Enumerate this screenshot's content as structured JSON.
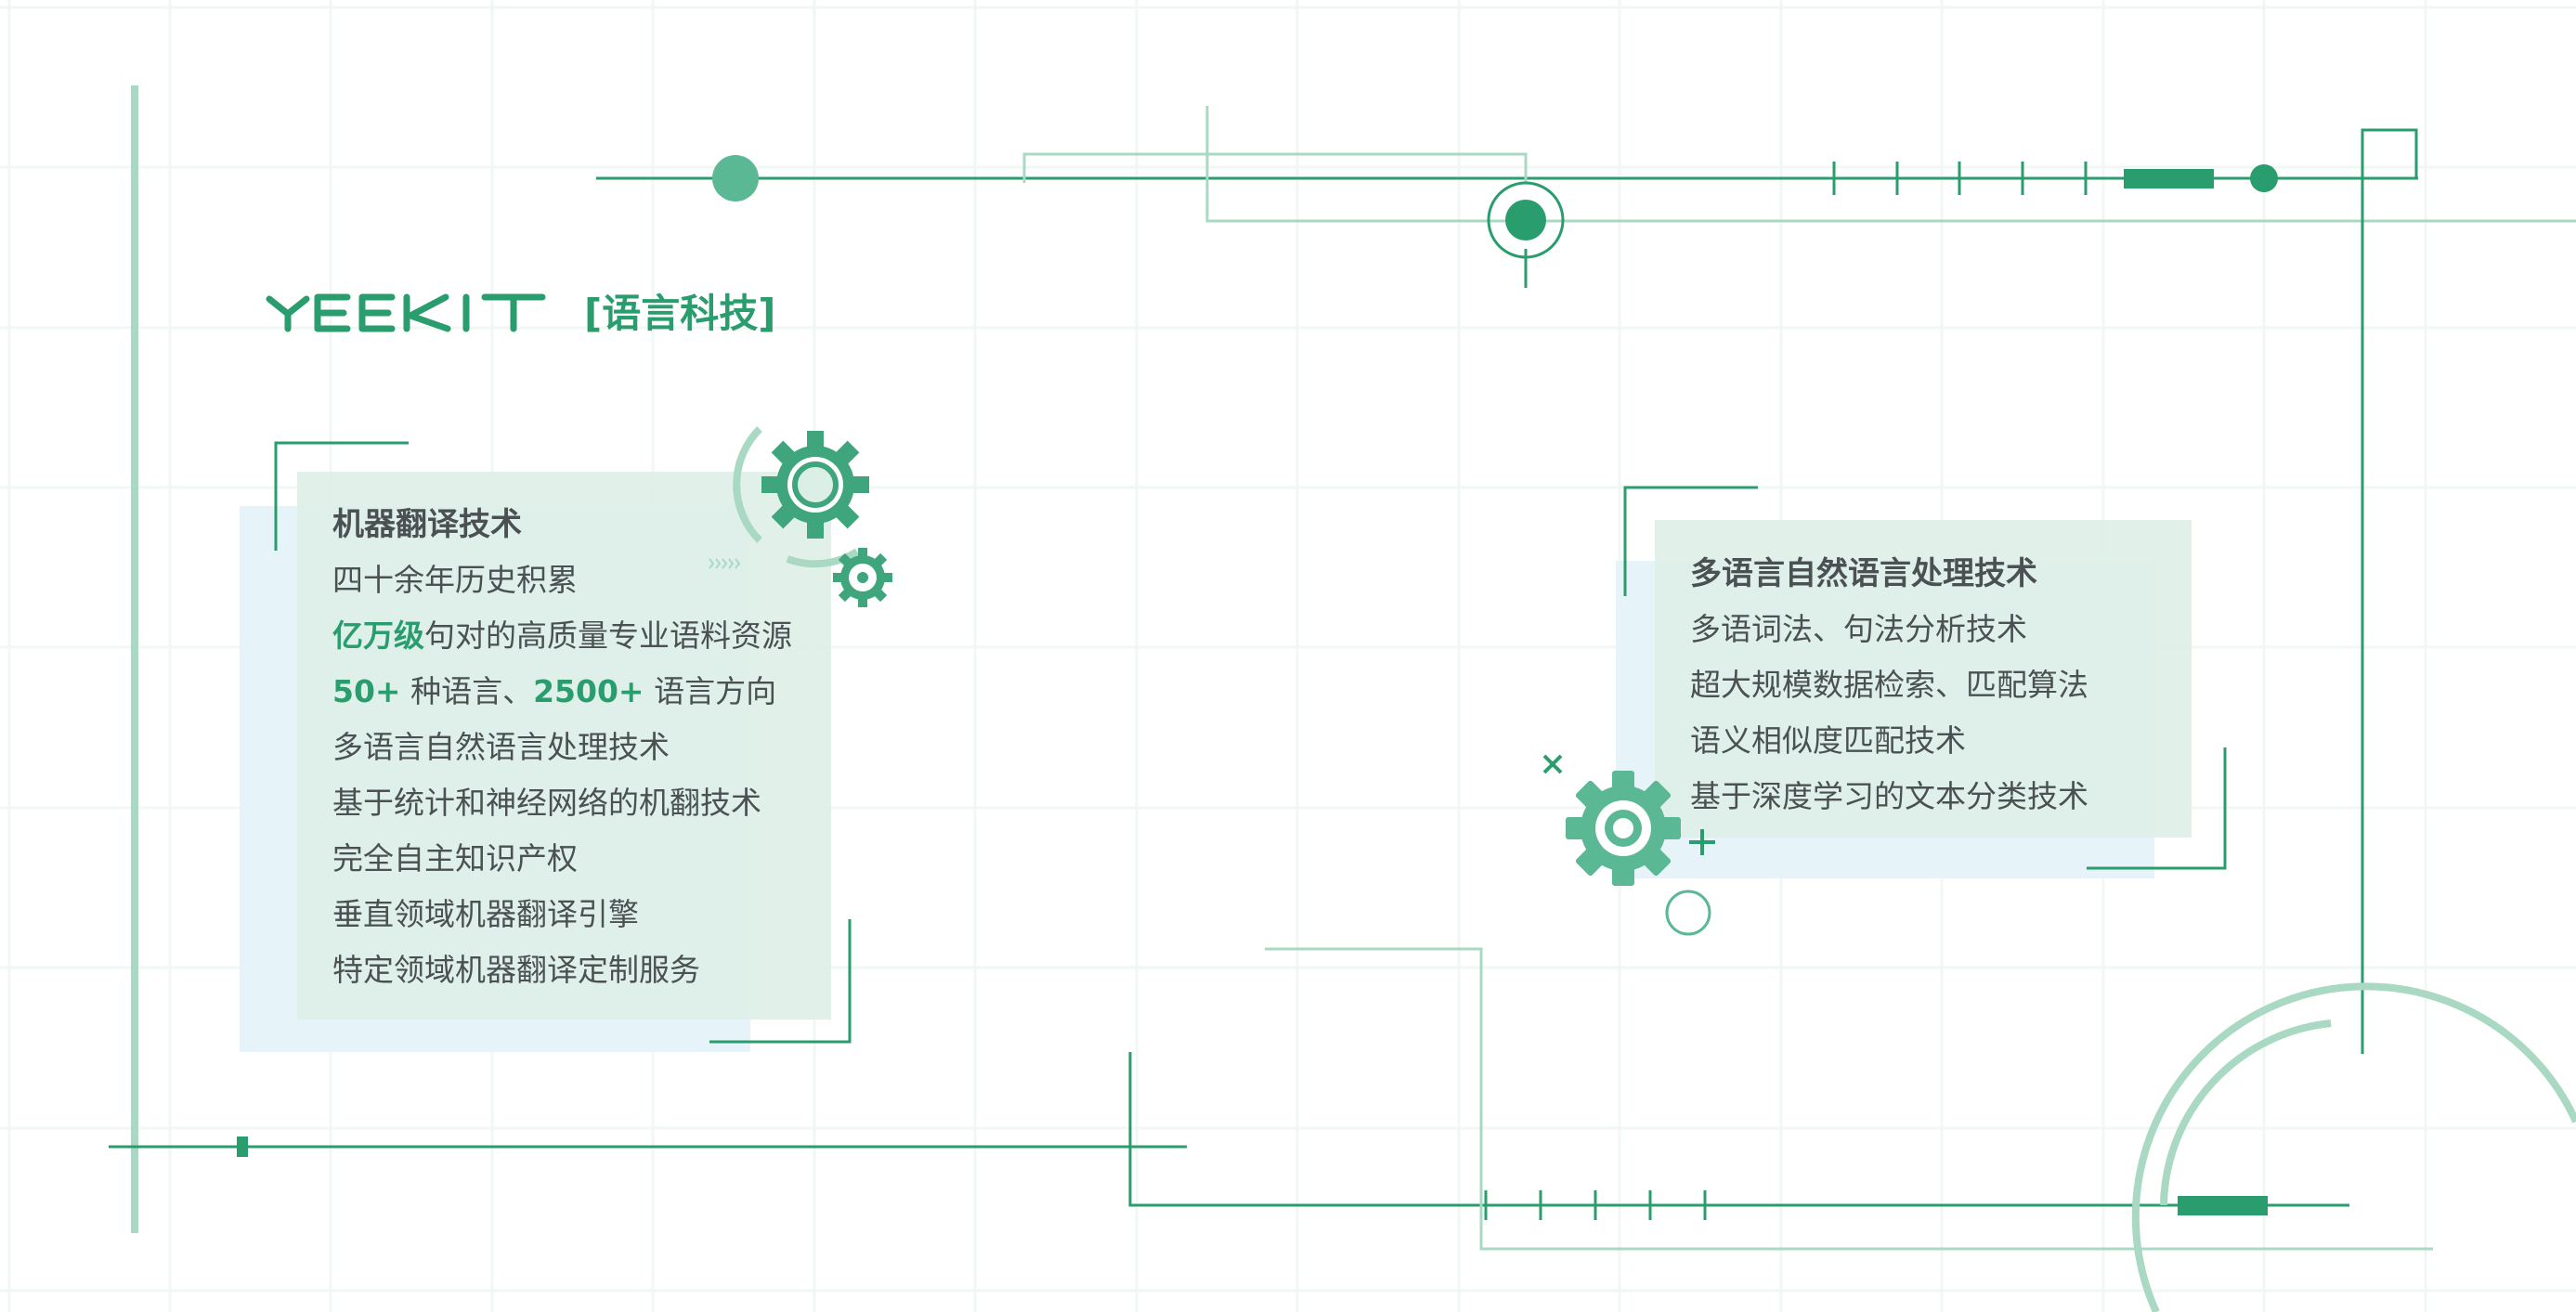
{
  "logo": {
    "wordmark": "YEEKIT",
    "tagline": "[语言科技]"
  },
  "left_panel": {
    "title": "机器翻译技术",
    "items": [
      {
        "highlight": "",
        "text": "四十余年历史积累"
      },
      {
        "highlight": "亿万级",
        "text": "句对的高质量专业语料资源"
      },
      {
        "highlight": "50+",
        "text": " 种语言、",
        "highlight2": "2500+",
        "text2": " 语言方向"
      },
      {
        "highlight": "",
        "text": "多语言自然语言处理技术"
      },
      {
        "highlight": "",
        "text": "基于统计和神经网络的机翻技术"
      },
      {
        "highlight": "",
        "text": "完全自主知识产权"
      },
      {
        "highlight": "",
        "text": "垂直领域机器翻译引擎"
      },
      {
        "highlight": "",
        "text": "特定领域机器翻译定制服务"
      }
    ]
  },
  "right_panel": {
    "title": "多语言自然语言处理技术",
    "items": [
      "多语词法、句法分析技术",
      "超大规模数据检索、匹配算法",
      "语义相似度匹配技术",
      "基于深度学习的文本分类技术"
    ]
  },
  "colors": {
    "accent": "#2a9d6e",
    "light_accent": "#a9d8c3",
    "text": "#4b5052",
    "panel_green": "#dcefe6",
    "panel_blue": "#e6f3f8"
  },
  "icons": [
    "gear-icon",
    "close-icon",
    "plus-icon"
  ]
}
